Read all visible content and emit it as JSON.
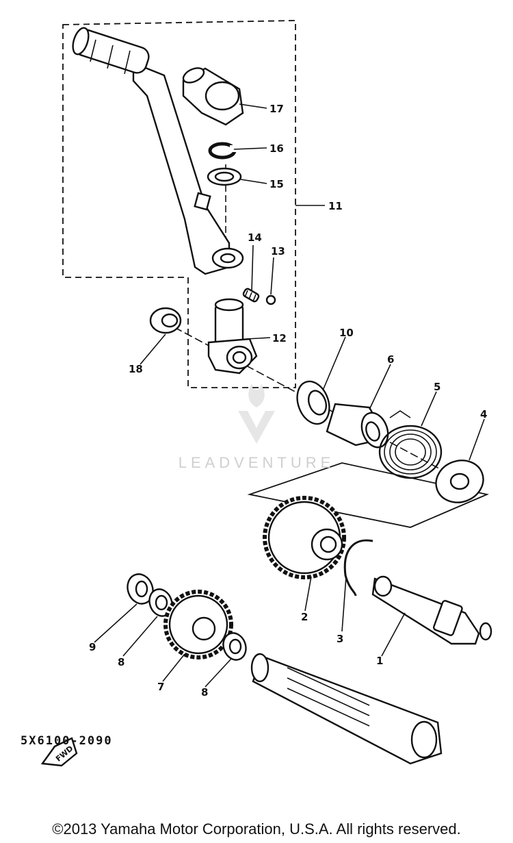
{
  "diagram": {
    "part_labels": [
      "17",
      "16",
      "15",
      "11",
      "14",
      "13",
      "12",
      "18",
      "10",
      "6",
      "5",
      "4",
      "2",
      "3",
      "1",
      "9",
      "8",
      "7",
      "8"
    ],
    "drawing_code": "5X6100-2090",
    "fwd_label": "FWD"
  },
  "watermark": {
    "brand": "LEADVENTURE"
  },
  "footer": {
    "copyright": "©2013 Yamaha Motor Corporation, U.S.A. All rights reserved."
  }
}
